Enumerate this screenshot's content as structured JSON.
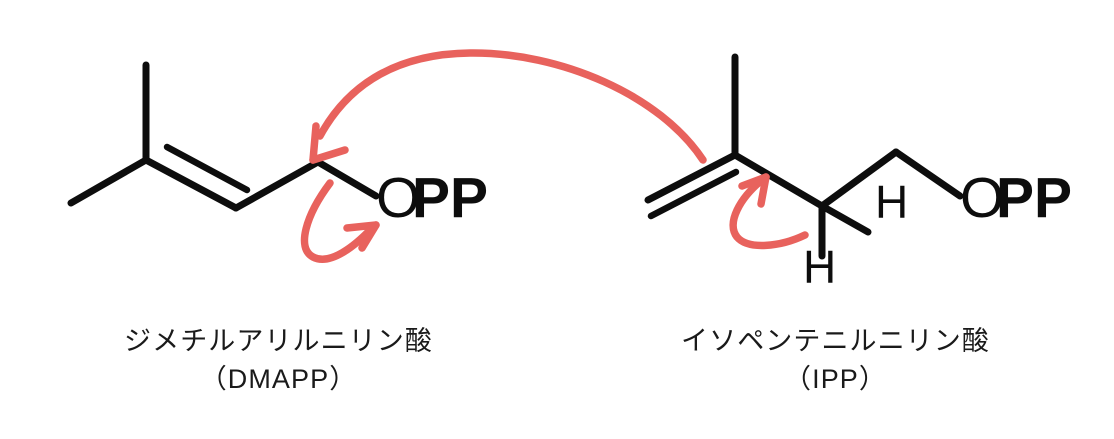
{
  "figure": {
    "type": "chemical-reaction-mechanism",
    "background_color": "#ffffff",
    "bond_color": "#0d0d0d",
    "arrow_color": "#e8625d"
  },
  "molecules": {
    "left": {
      "name_jp": "ジメチルアリルニリン酸",
      "abbrev_jp": "（DMAPP）",
      "leaving_group": {
        "o": "O",
        "pp": "PP"
      }
    },
    "right": {
      "name_jp": "イソペンテニルニリン酸",
      "abbrev_jp": "（IPP）",
      "leaving_group": {
        "o": "O",
        "pp": "PP"
      },
      "hydrogens": [
        "H",
        "H"
      ]
    }
  },
  "arrows": {
    "alkene_attack": {
      "label": "curved-arrow-alkene-to-carbocation",
      "color": "#e8625d"
    },
    "opp_departure": {
      "label": "curved-arrow-c-o-to-opp",
      "color": "#e8625d"
    },
    "h_to_alkene": {
      "label": "curved-arrow-ch-to-alkene",
      "color": "#e8625d"
    }
  }
}
